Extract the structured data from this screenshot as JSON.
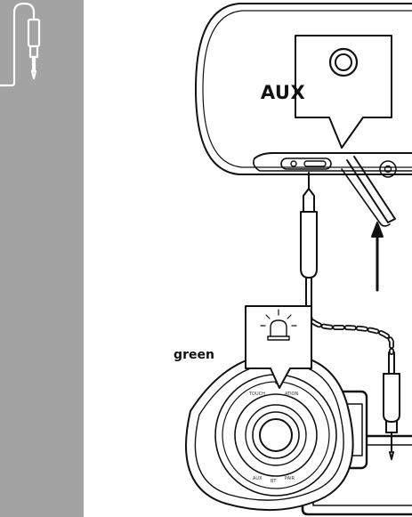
{
  "labels": {
    "aux": "AUX",
    "led_color": "green"
  },
  "speaker_markings": {
    "top_arc_left": "TOUCH",
    "top_arc_right": "ATION",
    "bottom_left": "AUX",
    "bottom_mid": "BT",
    "bottom_right": "PAIR"
  },
  "colors": {
    "sidebar": "#a3a3a3",
    "line": "#111111",
    "background": "#ffffff"
  },
  "icons": {
    "sidebar": "aux-cable-icon",
    "aux_port": "aux-port-icon",
    "led": "led-light-icon",
    "phone": "smartphone-icon",
    "tablet": "tablet-icon"
  }
}
